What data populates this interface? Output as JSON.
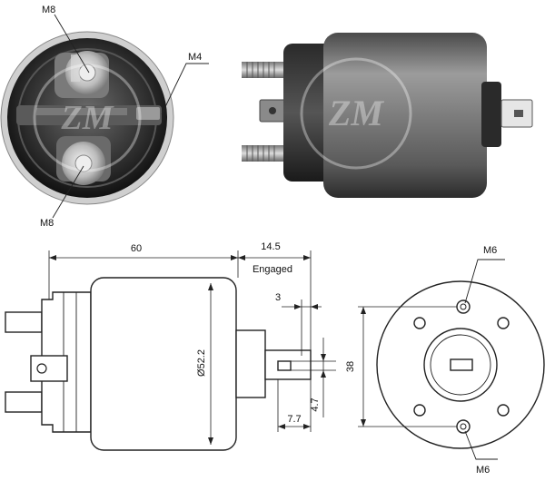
{
  "photo_labels": {
    "top_left_thread": "M8",
    "bottom_left_thread": "M8",
    "small_thread": "M4"
  },
  "dimensions": {
    "body_length": "60",
    "engaged_stroke": "14.5",
    "engaged_label": "Engaged",
    "body_diameter": "Ø52.2",
    "plunger_step": "3",
    "plunger_offset": "7.7",
    "slot_width": "4.7",
    "hole_spacing": "38",
    "top_hole_thread": "M6",
    "bottom_hole_thread": "M6"
  },
  "colors": {
    "line": "#222222",
    "photo_dark": "#3a3a3a",
    "photo_mid": "#8a8a8a",
    "photo_light": "#d0d0d0"
  }
}
